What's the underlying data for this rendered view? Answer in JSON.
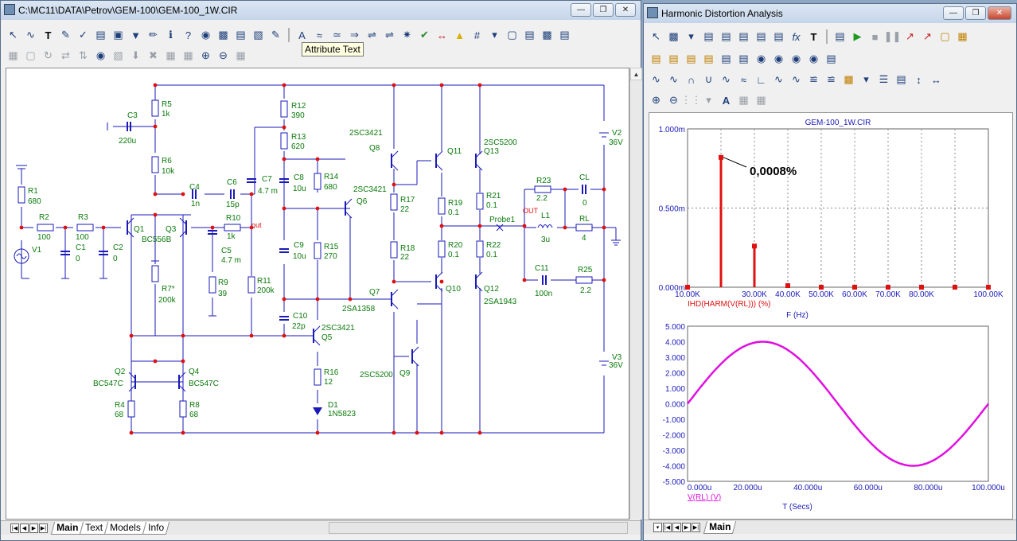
{
  "left_window": {
    "title": "C:\\MC11\\DATA\\Petrov\\GEM-100\\GEM-100_1W.CIR",
    "tooltip": "Attribute Text",
    "tabs": [
      "Main",
      "Text",
      "Models",
      "Info"
    ],
    "schematic": {
      "components": [
        {
          "ref": "R1",
          "val": "680"
        },
        {
          "ref": "R2",
          "val": "100"
        },
        {
          "ref": "R3",
          "val": "100"
        },
        {
          "ref": "C1",
          "val": "0"
        },
        {
          "ref": "C2",
          "val": "0"
        },
        {
          "ref": "V1",
          "val": ""
        },
        {
          "ref": "C3",
          "val": "220u"
        },
        {
          "ref": "R5",
          "val": "1k"
        },
        {
          "ref": "R6",
          "val": "10k"
        },
        {
          "ref": "C4",
          "val": "1n"
        },
        {
          "ref": "C6",
          "val": "15p"
        },
        {
          "ref": "R10",
          "val": "1k"
        },
        {
          "ref": "C5",
          "val": "4.7 m"
        },
        {
          "ref": "R9",
          "val": "39"
        },
        {
          "ref": "R11",
          "val": "200k"
        },
        {
          "ref": "C7",
          "val": "4.7 m"
        },
        {
          "ref": "R7*",
          "val": "200k"
        },
        {
          "ref": "Q1",
          "val": "BC556B"
        },
        {
          "ref": "Q3",
          "val": "BC556B"
        },
        {
          "ref": "Q2",
          "val": "BC547C"
        },
        {
          "ref": "Q4",
          "val": "BC547C"
        },
        {
          "ref": "R4",
          "val": "68"
        },
        {
          "ref": "R8",
          "val": "68"
        },
        {
          "ref": "R12",
          "val": "390"
        },
        {
          "ref": "R13",
          "val": "620"
        },
        {
          "ref": "C8",
          "val": "10u"
        },
        {
          "ref": "R14",
          "val": "680"
        },
        {
          "ref": "C9",
          "val": "10u"
        },
        {
          "ref": "R15",
          "val": "270"
        },
        {
          "ref": "C10",
          "val": "22p"
        },
        {
          "ref": "R16",
          "val": "12"
        },
        {
          "ref": "D1",
          "val": "1N5823"
        },
        {
          "ref": "Q5",
          "val": "2SC3421"
        },
        {
          "ref": "Q6",
          "val": "2SC3421"
        },
        {
          "ref": "Q7",
          "val": "2SA1358"
        },
        {
          "ref": "Q8",
          "val": "2SC3421"
        },
        {
          "ref": "Q9",
          "val": "2SC5200"
        },
        {
          "ref": "Q11",
          "val": ""
        },
        {
          "ref": "Q13",
          "val": "2SC5200"
        },
        {
          "ref": "Q10",
          "val": ""
        },
        {
          "ref": "Q12",
          "val": "2SA1943"
        },
        {
          "ref": "R17",
          "val": "22"
        },
        {
          "ref": "R18",
          "val": "22"
        },
        {
          "ref": "R19",
          "val": "0.1"
        },
        {
          "ref": "R20",
          "val": "0.1"
        },
        {
          "ref": "R21",
          "val": "0.1"
        },
        {
          "ref": "R22",
          "val": "0.1"
        },
        {
          "ref": "R23",
          "val": "2.2"
        },
        {
          "ref": "CL",
          "val": "0"
        },
        {
          "ref": "L1",
          "val": "3u"
        },
        {
          "ref": "RL",
          "val": "4"
        },
        {
          "ref": "C11",
          "val": "100n"
        },
        {
          "ref": "R25",
          "val": "2.2"
        },
        {
          "ref": "V2",
          "val": "36V"
        },
        {
          "ref": "V3",
          "val": "36V"
        }
      ],
      "node_labels": [
        "out",
        "OUT",
        "Probe1"
      ]
    }
  },
  "right_window": {
    "title": "Harmonic Distortion Analysis",
    "tabs": [
      "Main"
    ],
    "plot1_title": "GEM-100_1W.CIR",
    "annotation": "0,0008%",
    "plot1_xlabel": "F (Hz)",
    "plot1_trace": "IHD(HARM(V(RL))) (%)",
    "plot2_xlabel": "T (Secs)",
    "plot2_trace": "V(RL) (V)",
    "colors": {
      "harmonic": "#e01010",
      "waveform": "#e010e0",
      "schematic_wire": "#1a1ab8",
      "schematic_text": "#0a7a0a",
      "node_dot": "#e01010"
    }
  },
  "chart_data": [
    {
      "type": "bar",
      "title": "GEM-100_1W.CIR",
      "xlabel": "F (Hz)",
      "ylabel": "",
      "x_ticks": [
        "10.00K",
        "30.00K",
        "40.00K",
        "50.00K",
        "60.00K",
        "70.00K",
        "80.00K",
        "100.00K"
      ],
      "y_ticks": [
        "1.000m",
        "0.500m",
        "0.000m"
      ],
      "xlim": [
        10000,
        100000
      ],
      "ylim": [
        0,
        0.001
      ],
      "series": [
        {
          "name": "IHD(HARM(V(RL))) (%)",
          "x": [
            10000,
            20000,
            30000,
            40000,
            50000,
            60000,
            70000,
            80000,
            90000,
            100000
          ],
          "values": [
            0.0,
            0.00082,
            0.00026,
            1e-05,
            0.0,
            0.0,
            0.0,
            0.0,
            0.0,
            0.0
          ]
        }
      ],
      "annotations": [
        "0,0008%"
      ],
      "grid": true
    },
    {
      "type": "line",
      "xlabel": "T (Secs)",
      "ylabel": "",
      "x_ticks": [
        "0.000u",
        "20.000u",
        "40.000u",
        "60.000u",
        "80.000u",
        "100.000u"
      ],
      "y_ticks": [
        "5.000",
        "4.000",
        "3.000",
        "2.000",
        "1.000",
        "0.000",
        "-1.000",
        "-2.000",
        "-3.000",
        "-4.000",
        "-5.000"
      ],
      "xlim": [
        0,
        0.0001
      ],
      "ylim": [
        -5,
        5
      ],
      "series": [
        {
          "name": "V(RL) (V)",
          "amplitude": 4.0,
          "frequency_hz": 10000,
          "phase": "sine"
        }
      ],
      "grid": false
    }
  ]
}
